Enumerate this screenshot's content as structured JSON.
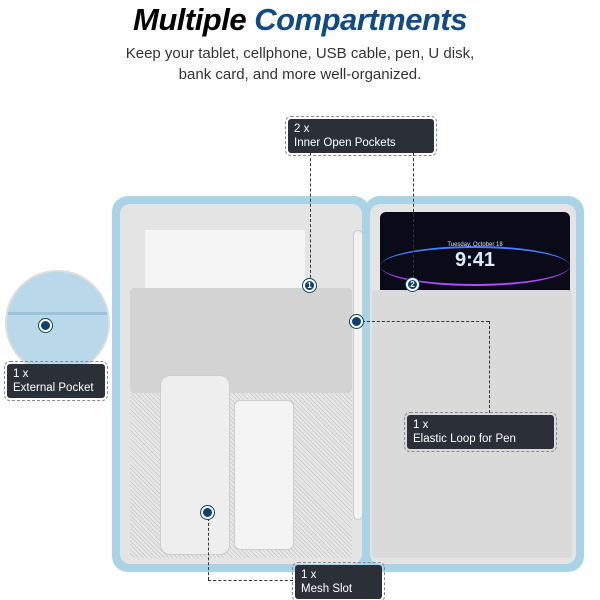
{
  "header": {
    "title_part1": "Multiple",
    "title_part2": "Compartments",
    "subtitle": "Keep your tablet, cellphone, USB cable, pen, U disk, bank card, and more well-organized."
  },
  "callouts": {
    "inner_pockets": {
      "count": "2 x",
      "name": "Inner Open Pockets"
    },
    "external_pocket": {
      "count": "1 x",
      "name": "External Pocket"
    },
    "pen_loop": {
      "count": "1 x",
      "name": "Elastic Loop for Pen"
    },
    "mesh_slot": {
      "count": "1 x",
      "name": "Mesh Slot"
    }
  },
  "markers": {
    "one": "1",
    "two": "2"
  },
  "tablet": {
    "date": "Tuesday, October 18",
    "time": "9:41"
  },
  "colors": {
    "title_accent": "#124a86",
    "case": "#a9d3e6",
    "label_bg": "#2b2f38"
  }
}
